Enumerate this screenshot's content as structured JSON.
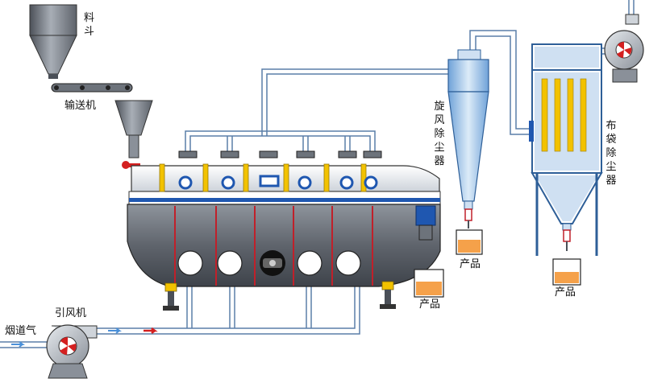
{
  "labels": {
    "hopper": "料斗",
    "conveyor": "输送机",
    "induced_fan": "引风机",
    "flue_gas": "烟道气",
    "cyclone": "旋风除尘器",
    "bag_filter": "布袋除尘器",
    "product_main": "产品",
    "product_cyclone": "产品",
    "product_bag": "产品"
  },
  "colors": {
    "pipe": "#cfe6f5",
    "pipe_edge": "#5a7fa8",
    "steel": "#9aa0a8",
    "dark_steel": "#4a4f57",
    "accent_blue": "#1f57b0",
    "accent_yellow": "#f2c200",
    "product": "#f5a14a",
    "red": "#d42020"
  }
}
